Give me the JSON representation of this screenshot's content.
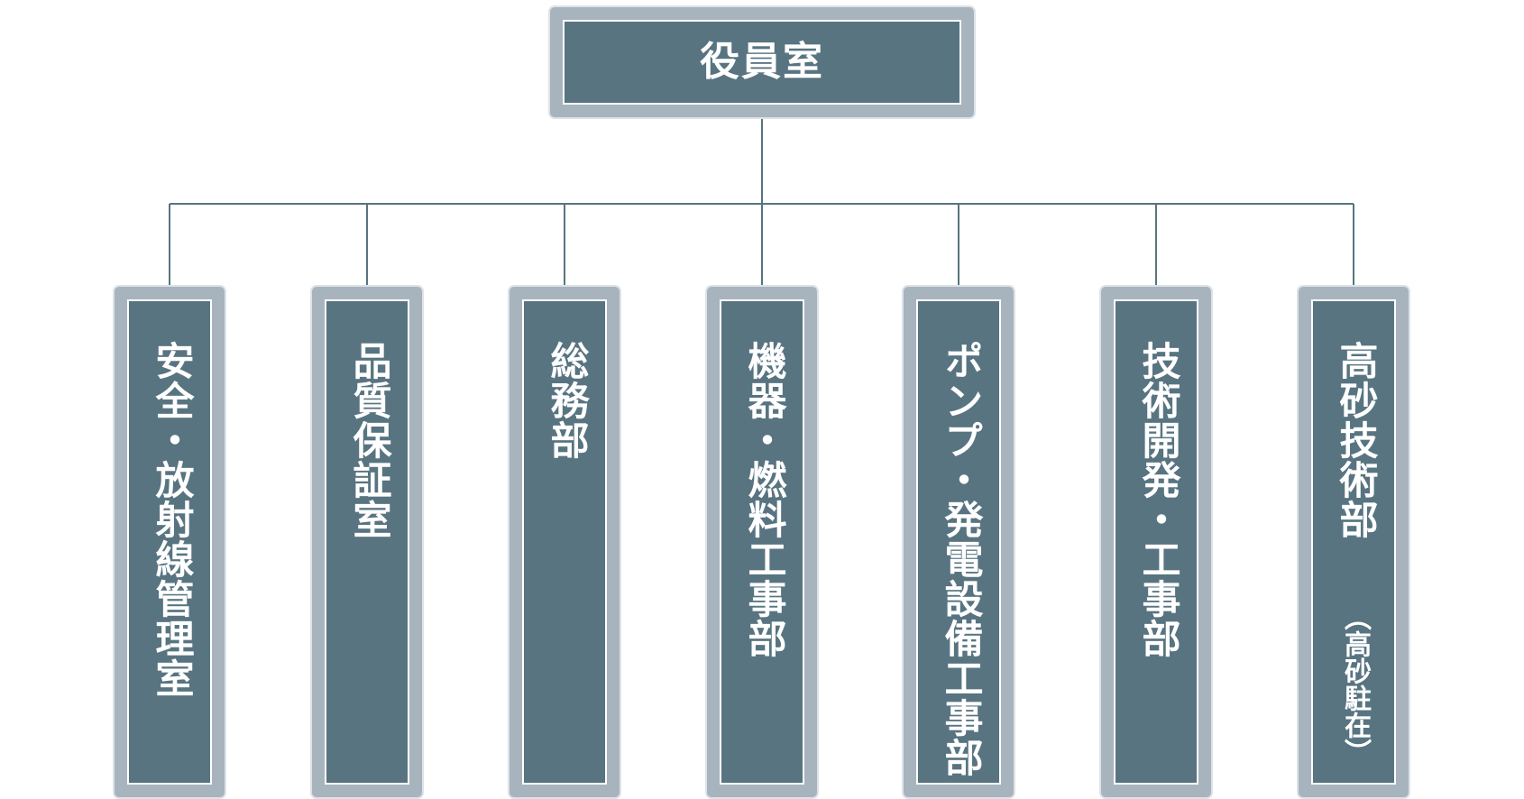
{
  "root": {
    "label": "役員室"
  },
  "departments": [
    {
      "label": "安全・放射線管理室",
      "sub": ""
    },
    {
      "label": "品質保証室",
      "sub": ""
    },
    {
      "label": "総務部",
      "sub": ""
    },
    {
      "label": "機器・燃料工事部",
      "sub": ""
    },
    {
      "label": "ポンプ・発電設備工事部",
      "sub": ""
    },
    {
      "label": "技術開発・工事部",
      "sub": ""
    },
    {
      "label": "高砂技術部",
      "sub": "（高砂駐在）"
    }
  ],
  "colors": {
    "box_fill": "#587481",
    "box_frame": "#a8b4bd",
    "box_halo": "#dde3e8",
    "connector": "#587481",
    "text": "#ffffff"
  }
}
